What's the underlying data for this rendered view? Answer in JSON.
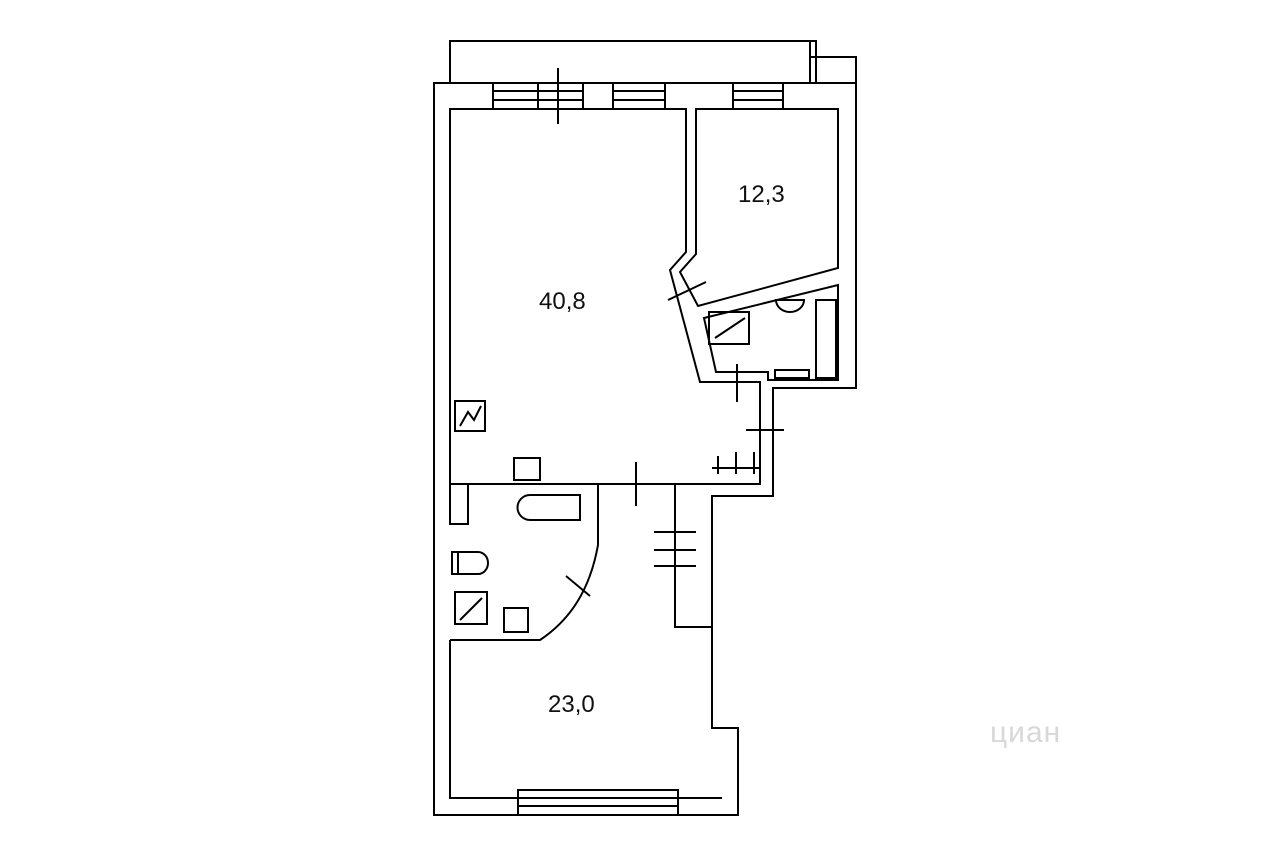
{
  "rooms": [
    {
      "id": "living",
      "area": "40,8"
    },
    {
      "id": "bedroom",
      "area": "12,3"
    },
    {
      "id": "kitchen",
      "area": "23,0"
    }
  ],
  "watermark": "циан",
  "colors": {
    "wall": "#000000",
    "background": "#ffffff",
    "watermark": "#d8d8d8"
  }
}
